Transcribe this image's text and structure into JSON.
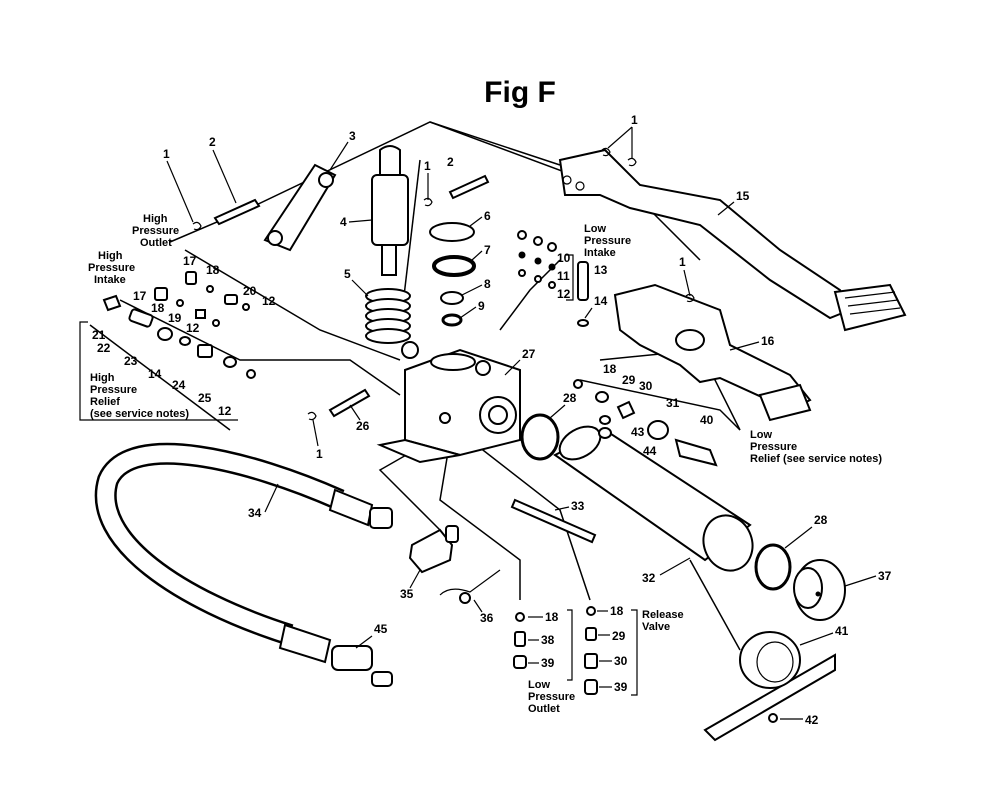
{
  "title": "Fig F",
  "labels": {
    "high_pressure_outlet": [
      "High",
      "Pressure",
      "Outlet"
    ],
    "high_pressure_intake": [
      "High",
      "Pressure",
      "Intake"
    ],
    "high_pressure_relief": [
      "High",
      "Pressure",
      "Relief",
      "(see service notes)"
    ],
    "low_pressure_intake": [
      "Low",
      "Pressure",
      "Intake"
    ],
    "low_pressure_relief": [
      "Low",
      "Pressure",
      "Relief (see service notes)"
    ],
    "low_pressure_outlet": [
      "Low",
      "Pressure",
      "Outlet"
    ],
    "release_valve": [
      "Release",
      "Valve"
    ]
  },
  "part_numbers": {
    "p1a": "1",
    "p1b": "1",
    "p1c": "1",
    "p1d": "1",
    "p1e": "1",
    "p2a": "2",
    "p2b": "2",
    "p3": "3",
    "p4": "4",
    "p5": "5",
    "p6": "6",
    "p7": "7",
    "p8": "8",
    "p9": "9",
    "p10": "10",
    "p11": "11",
    "p12a": "12",
    "p12b": "12",
    "p12c": "12",
    "p12d": "12",
    "p13": "13",
    "p14a": "14",
    "p14b": "14",
    "p15": "15",
    "p16": "16",
    "p17a": "17",
    "p17b": "17",
    "p18a": "18",
    "p18b": "18",
    "p18c": "18",
    "p18d": "18",
    "p18e": "18",
    "p19": "19",
    "p20": "20",
    "p21": "21",
    "p22": "22",
    "p23": "23",
    "p24": "24",
    "p25": "25",
    "p26": "26",
    "p27": "27",
    "p28a": "28",
    "p28b": "28",
    "p29a": "29",
    "p29b": "29",
    "p30a": "30",
    "p30b": "30",
    "p31": "31",
    "p32": "32",
    "p33": "33",
    "p34": "34",
    "p35": "35",
    "p36": "36",
    "p37": "37",
    "p38": "38",
    "p39a": "39",
    "p39b": "39",
    "p40": "40",
    "p41": "41",
    "p42": "42",
    "p43": "43",
    "p44": "44",
    "p45": "45"
  }
}
